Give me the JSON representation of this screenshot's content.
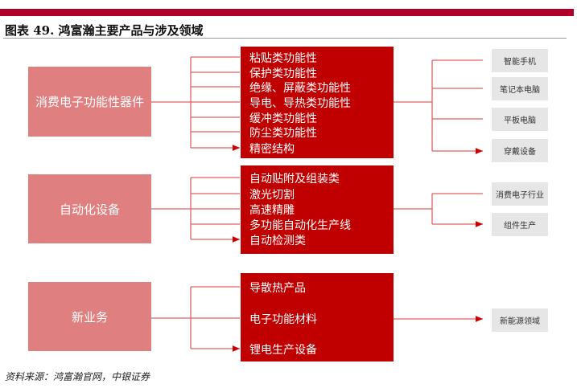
{
  "title": "图表 49. 鸿富瀚主要产品与涉及领域",
  "groups": [
    {
      "category": "消费电子功能性器件",
      "products": [
        "粘贴类功能性",
        "保护类功能性",
        "绝缘、屏蔽类功能性",
        "导电、导热类功能性",
        "缓冲类功能性",
        "防尘类功能性",
        "精密结构"
      ],
      "applications": [
        "智能手机",
        "笔记本电脑",
        "平板电脑",
        "穿戴设备"
      ]
    },
    {
      "category": "自动化设备",
      "products": [
        "自动贴附及组装类",
        "激光切割",
        "高速精雕",
        "多功能自动化生产线",
        "自动检测类"
      ],
      "applications": [
        "消费电子行业",
        "组件生产"
      ]
    },
    {
      "category": "新业务",
      "products": [
        "导散热产品",
        "电子功能材料",
        "锂电生产设备"
      ],
      "applications": [
        "新能源领域"
      ]
    }
  ],
  "source": "资料来源：鸿富瀚官网，中银证券",
  "colors": {
    "brand": "#b0002a",
    "product_box": "#c00000",
    "category_box": "#e07f80",
    "connector": "#e06060"
  }
}
